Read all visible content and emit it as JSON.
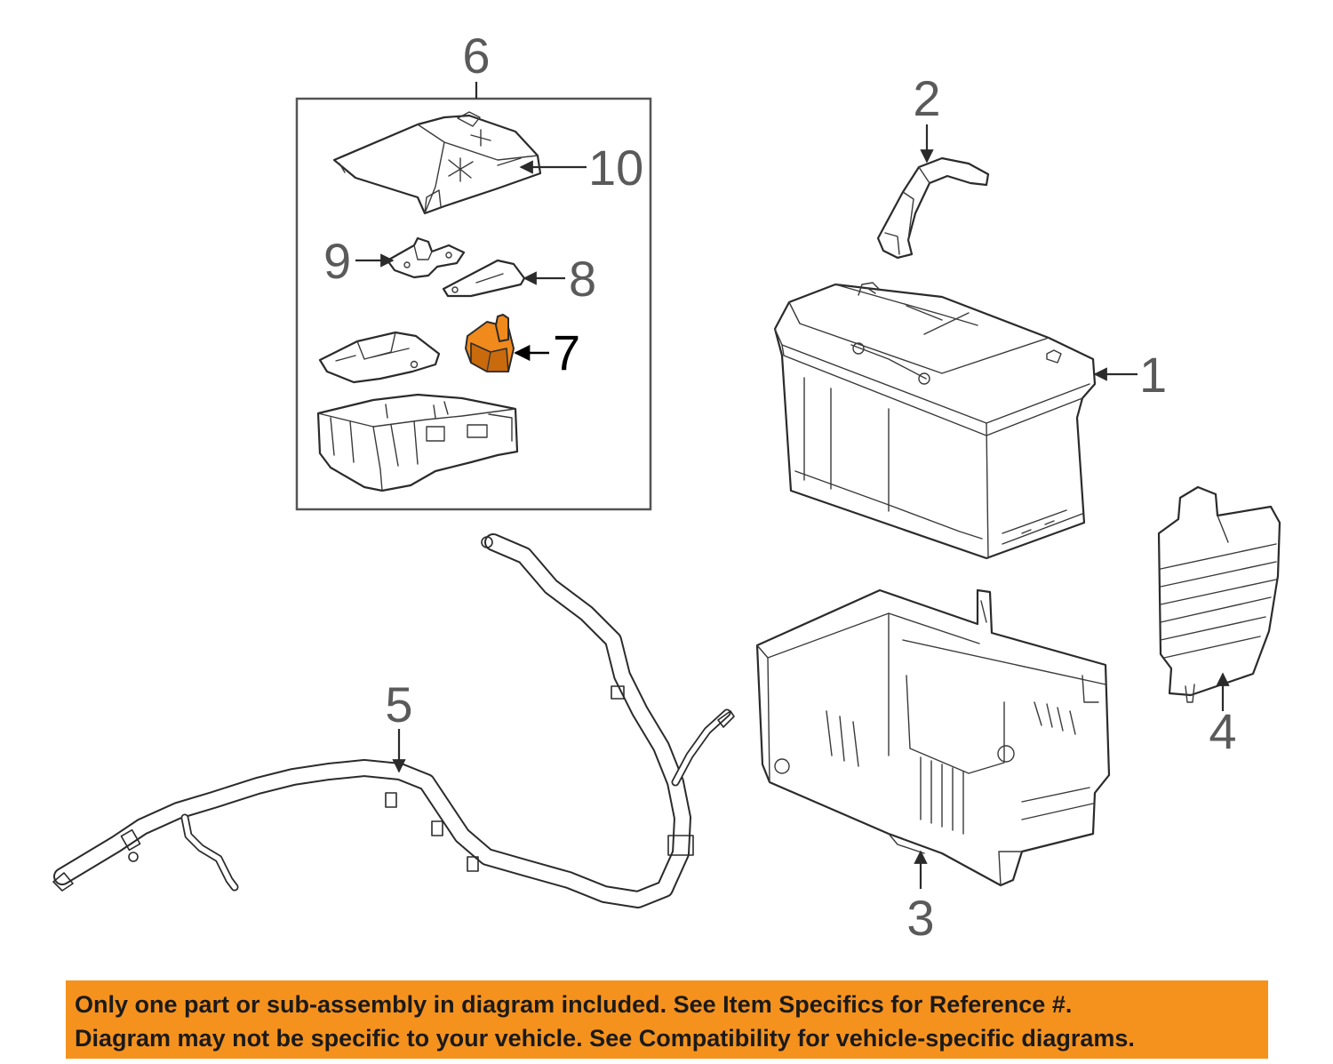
{
  "callouts": {
    "c1": "1",
    "c2": "2",
    "c3": "3",
    "c4": "4",
    "c5": "5",
    "c6": "6",
    "c7": "7",
    "c8": "8",
    "c9": "9",
    "c10": "10"
  },
  "highlighted_part": "7",
  "colors": {
    "highlight": "#f08a1c",
    "banner": "#f5921e"
  },
  "disclaimer": {
    "line1": "Only one part or sub-assembly in diagram included. See Item Specifics for Reference #.",
    "line2": "Diagram may not be specific to your vehicle. See Compatibility for vehicle-specific diagrams."
  }
}
